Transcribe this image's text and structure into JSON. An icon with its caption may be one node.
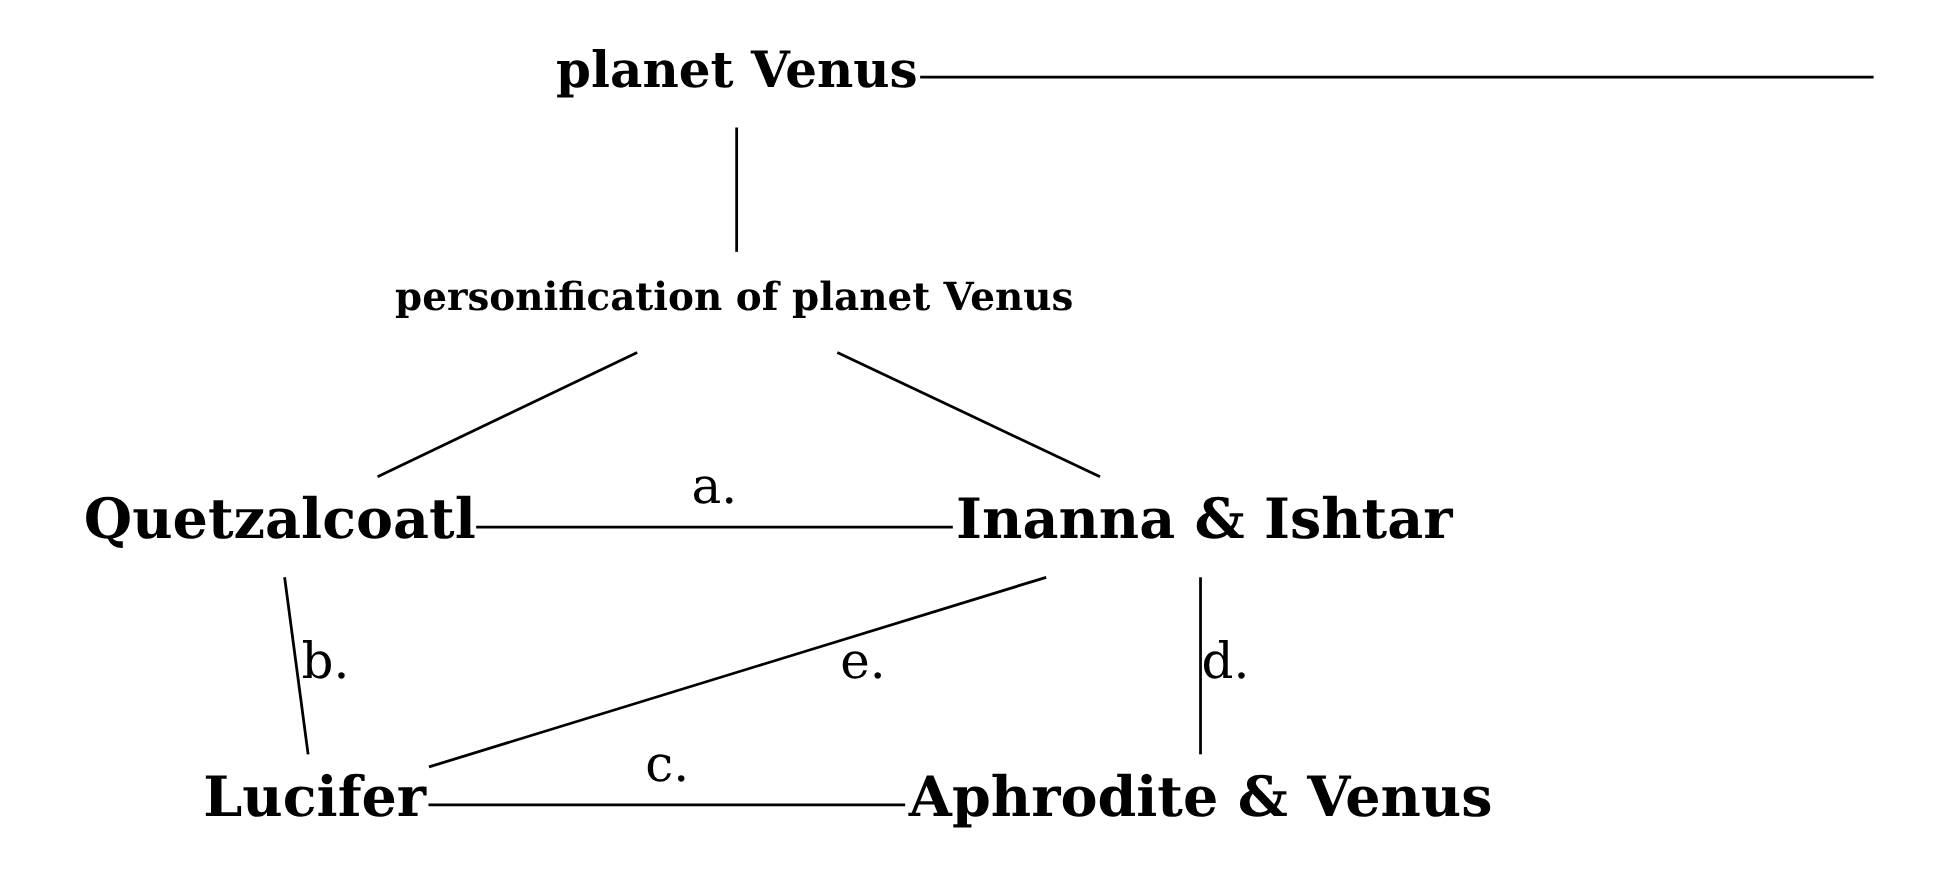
{
  "diagram": {
    "nodes": [
      {
        "text": [
          "planet Venus"
        ]
      },
      {
        "text": [
          "personification of planet Venus"
        ]
      },
      {
        "text": [
          "Quetzalcoatl"
        ]
      },
      {
        "text": [
          "Inanna & Ishtar"
        ]
      },
      {
        "text": [
          "Lucifer"
        ]
      },
      {
        "text": [
          "Aphrodite & Venus"
        ]
      }
    ],
    "edges": [
      {
        "from": 0,
        "to": 1,
        "arrow": "none"
      },
      {
        "from": 0,
        "to": null,
        "arrow": "none"
      },
      {
        "from": 1,
        "to": 2,
        "arrow": "none"
      },
      {
        "from": 1,
        "to": 3,
        "arrow": "none"
      },
      {
        "from": 2,
        "to": 3,
        "arrow": "none",
        "label": "a."
      },
      {
        "from": 2,
        "to": 4,
        "arrow": "none",
        "label": "b."
      },
      {
        "from": 4,
        "to": 5,
        "arrow": "none",
        "label": "c."
      },
      {
        "from": 3,
        "to": 5,
        "arrow": "none",
        "label": "d."
      },
      {
        "from": 3,
        "to": 4,
        "arrow": "none",
        "label": "e."
      }
    ]
  }
}
